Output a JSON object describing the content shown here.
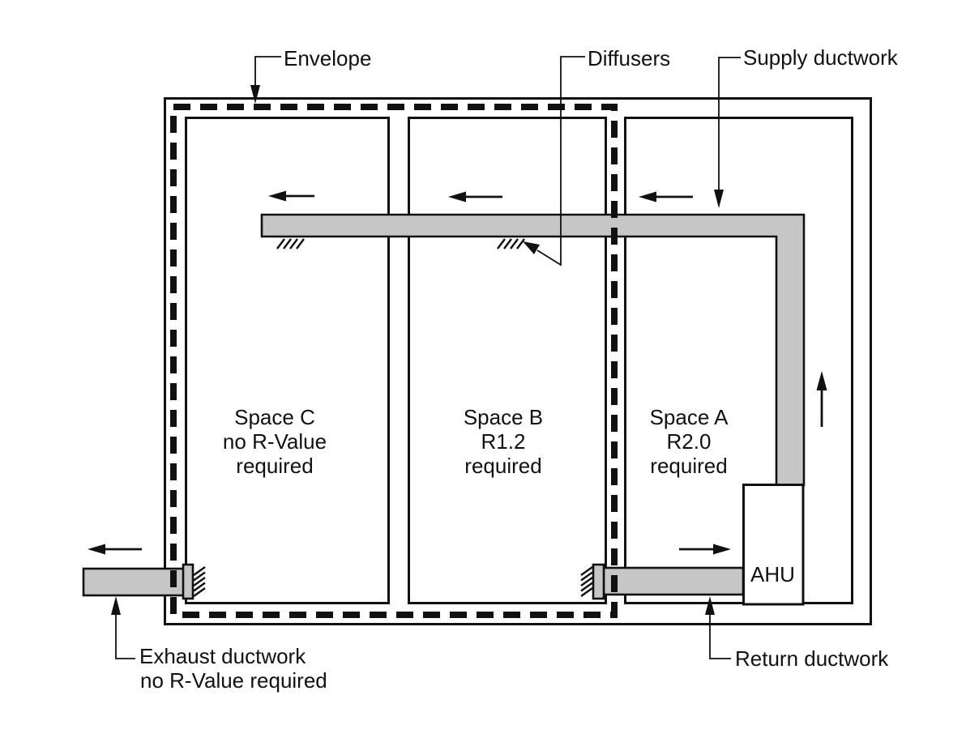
{
  "labels": {
    "envelope": "Envelope",
    "diffusers": "Diffusers",
    "supply": "Supply ductwork",
    "return": "Return ductwork",
    "exhaust_line1": "Exhaust ductwork",
    "exhaust_line2": "no R-Value required",
    "ahu": "AHU"
  },
  "spaces": [
    {
      "name": "Space C",
      "rvalue": "no R-Value",
      "req": "required"
    },
    {
      "name": "Space B",
      "rvalue": "R1.2",
      "req": "required"
    },
    {
      "name": "Space A",
      "rvalue": "R2.0",
      "req": "required"
    }
  ],
  "colors": {
    "duct_fill": "#c6c6c6",
    "line": "#111111",
    "background": "#ffffff"
  }
}
